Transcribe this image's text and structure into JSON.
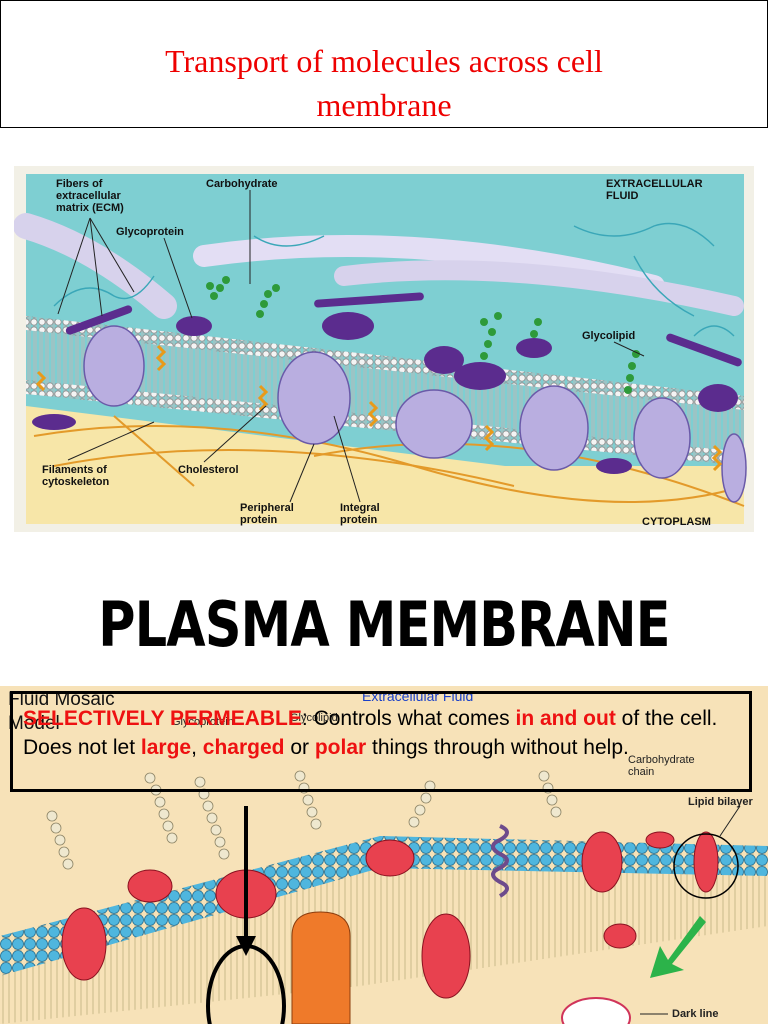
{
  "title": {
    "line1": "Transport of molecules across cell",
    "line2": "membrane"
  },
  "figure_top": {
    "labels": {
      "fibers": "Fibers of\nextracellular\nmatrix (ECM)",
      "carbohydrate": "Carbohydrate",
      "extracellular_fluid": "EXTRACELLULAR\nFLUID",
      "glycoprotein": "Glycoprotein",
      "glycolipid": "Glycolipid",
      "filaments": "Filaments of\ncytoskeleton",
      "cholesterol": "Cholesterol",
      "peripheral_protein": "Peripheral\nprotein",
      "integral_protein": "Integral\nprotein",
      "cytoplasm": "CYTOPLASM"
    }
  },
  "heading": "PLASMA MEMBRANE",
  "figure_bottom": {
    "title": "Fluid Mosaic\nModel",
    "labels": {
      "extracellular_fluid": "Extracellular Fluid",
      "glycoprotein": "Glycoprotein",
      "glycolipid": "Glycolipid",
      "carbohydrate_chain": "Carbohydrate\nchain",
      "lipid_bilayer": "Lipid bilayer",
      "dark_line": "Dark line"
    }
  },
  "note": {
    "term": "SELECTIVELY PERMEABLE",
    "part1": ": Controls what comes ",
    "in_out": "in and out",
    "part2": " of the cell. Does not let ",
    "large": "large",
    "comma": ", ",
    "charged": "charged",
    "or": " or ",
    "polar": "polar",
    "part3": " things through without help."
  }
}
